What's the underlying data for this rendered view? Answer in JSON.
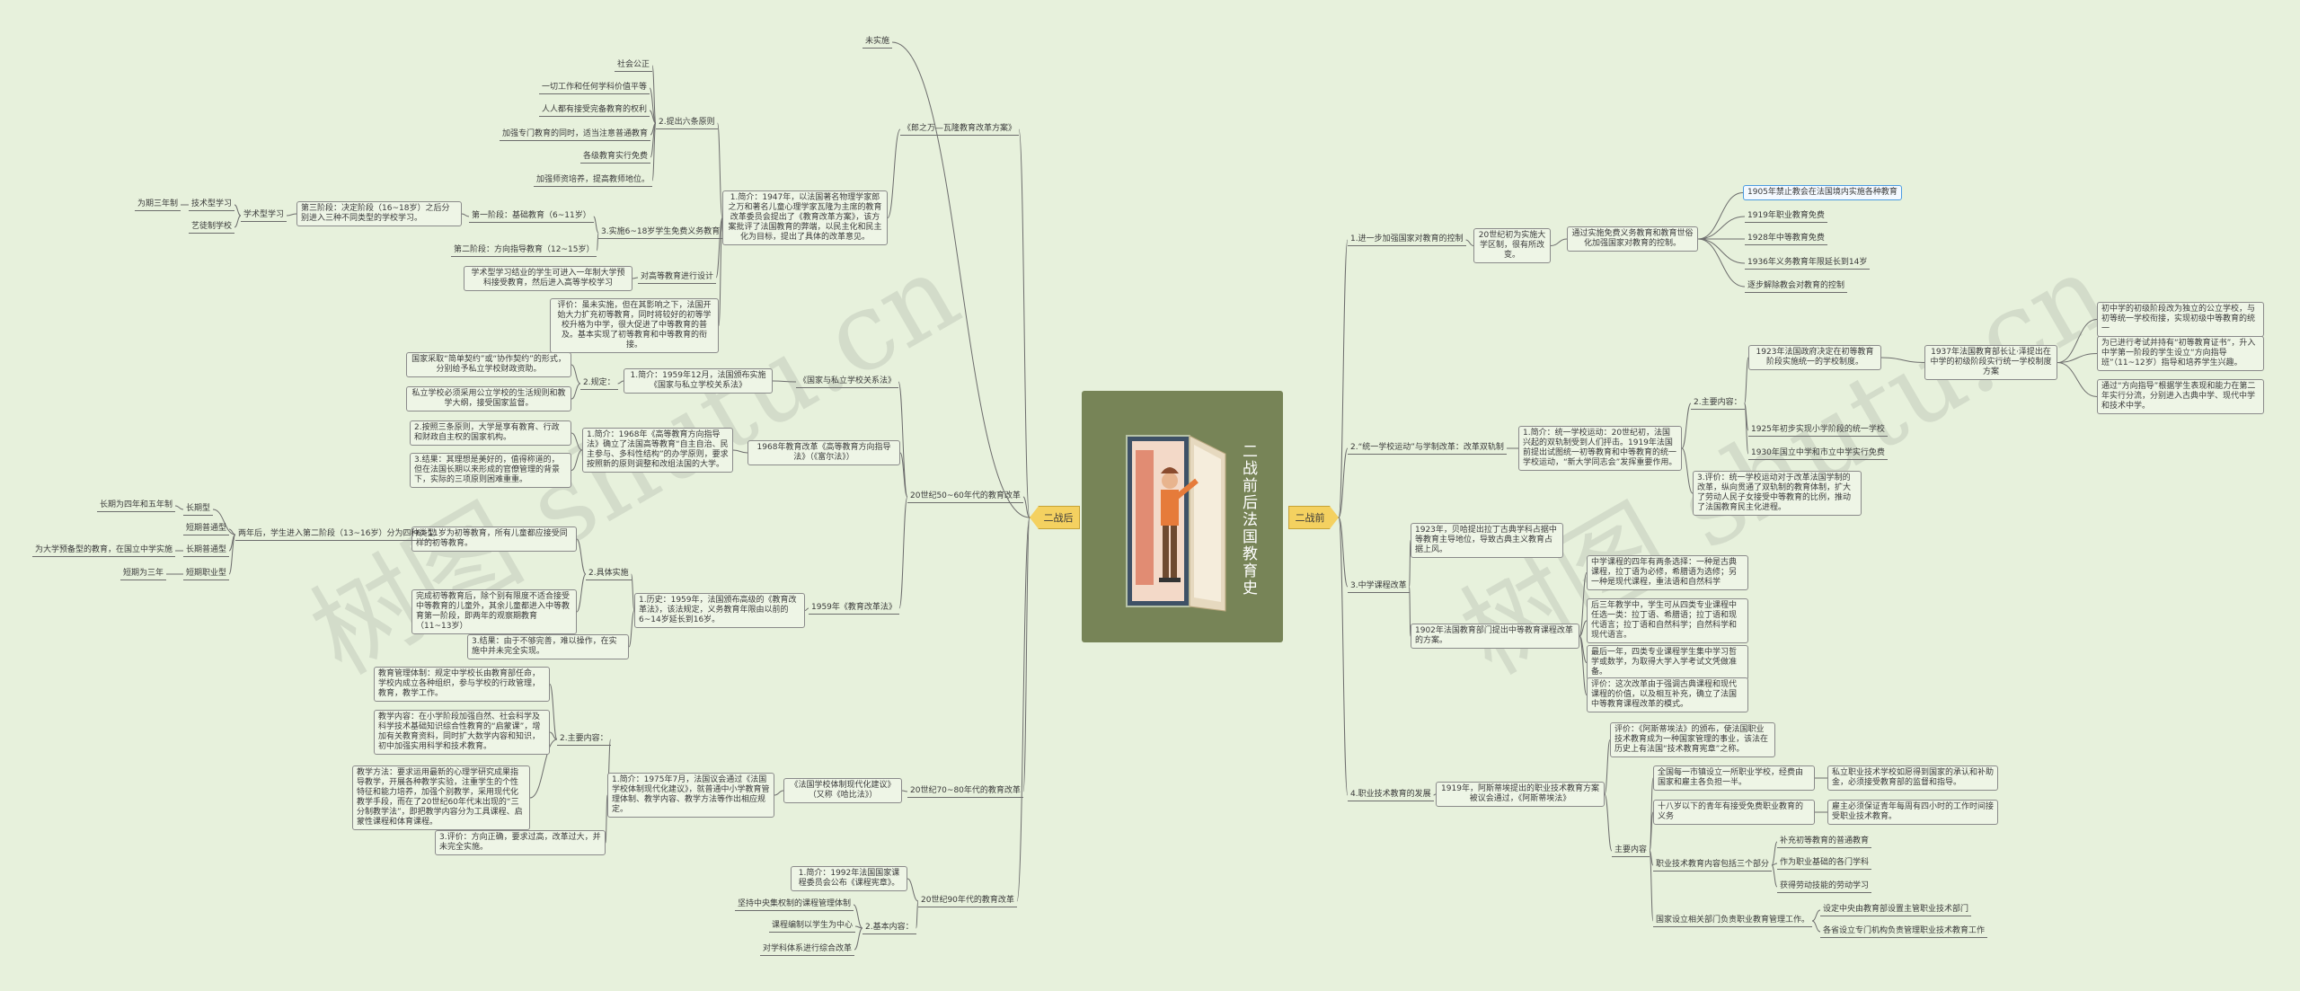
{
  "central": {
    "title": "二战前后法国教育史"
  },
  "tags": {
    "left": "二战后",
    "right": "二战前"
  },
  "watermark": "树图 shutu.cn",
  "left": {
    "weishi": "未实施",
    "b1": {
      "title": "《郎之万—瓦隆教育改革方案》",
      "intro": "1.简介：1947年，以法国著名物理学家郎之万和著名儿童心理学家瓦隆为主席的教育改革委员会提出了《教育改革方案》，该方案批评了法国教育的弊端，以民主化和民主化为目标，提出了具体的改革意见。",
      "principles_label": "2.提出六条原则",
      "principles": [
        "社会公正",
        "一切工作和任何学科价值平等",
        "人人都有接受完备教育的权利",
        "加强专门教育的同时，适当注意普通教育",
        "各级教育实行免费",
        "加强师资培养，提高教师地位。"
      ],
      "impl_label": "3.实施6~18岁学生免费义务教育",
      "stage1": "第一阶段：基础教育（6~11岁）",
      "stage2": "第二阶段：方向指导教育（12~15岁）",
      "stage3": "第三阶段：决定阶段（16~18岁）之后分别进入三种不同类型的学校学习。",
      "academic": "学术型学习",
      "academic_items": [
        "为期三年制",
        "技术型学习",
        "艺徒制学校"
      ],
      "higher_label": "对高等教育进行设计",
      "higher": "学术型学习结业的学生可进入一年制大学预科接受教育，然后进入高等学校学习",
      "eval": "评价：虽未实施，但在其影响之下，法国开始大力扩充初等教育，同时将较好的初等学校升格为中学，很大促进了中等教育的普及。基本实现了初等教育和中等教育的衔接。"
    },
    "b2": {
      "title": "20世纪50~60年代的教育改革",
      "law1_title": "《国家与私立学校关系法》",
      "law1_intro": "1.简介：1959年12月，法国颁布实施《国家与私立学校关系法》",
      "law1_rule_label": "2.规定：",
      "law1_rules": [
        "国家采取“简单契约”或“协作契约”的形式，分别给予私立学校财政资助。",
        "私立学校必须采用公立学校的生活规则和教学大纲，接受国家监督。"
      ],
      "law2_title": "1968年教育改革《高等教育方向指导法》（《富尔法》）",
      "law2_intro": "1.简介：1968年《高等教育方向指导法》确立了法国高等教育“自主自治、民主参与、多科性结构”的办学原则，要求按照新的原则调整和改组法国的大学。",
      "law2_items": [
        "2.按照三条原则，大学是享有教育、行政和财政自主权的国家机构。",
        "3.结果：其理想是美好的，值得称道的，但在法国长期以来形成的官僚管理的背景下，实际的三项原则困难重重。"
      ],
      "law3_title": "1959年《教育改革法》",
      "law3_intro": "1.历史：1959年，法国颁布高级的《教育改革法》，该法规定，义务教育年限由以前的6~14岁延长到16岁。",
      "law3_impl_label": "2.具体实施",
      "law3_impl": "6~11岁为初等教育，所有儿童都应接受同样的初等教育。",
      "law3_types_label": "两年后，学生进入第二阶段（13~16岁）分为四种类型",
      "law3_types": [
        "长期型",
        "短期普通型",
        "长期普通型",
        "短期职业型"
      ],
      "law3_types_detail": [
        "长期为四年和五年制",
        "",
        "为大学预备型的教育，在国立中学实施",
        "短期为三年"
      ],
      "law3_obs": "完成初等教育后，除个别有限度不适合接受中等教育的儿童外，其余儿童都进入中等教育第一阶段，即两年的观察期教育（11~13岁）",
      "law3_result": "3.结果：由于不够完善，难以操作，在实施中并未完全实现。"
    },
    "b3": {
      "title": "20世纪70~80年代的教育改革",
      "law_title": "《法国学校体制现代化建议》（又称《哈比法》）",
      "intro": "1.简介：1975年7月，法国议会通过《法国学校体制现代化建议》，就普通中小学教育管理体制、教学内容、教学方法等作出相应规定。",
      "content_label": "2.主要内容：",
      "contents": [
        "教育管理体制：规定中学校长由教育部任命，学校内成立各种组织，参与学校的行政管理，教育，教学工作。",
        "教学内容：在小学阶段加强自然、社会科学及科学技术基础知识综合性教育的“启蒙课”，增加有关教育资料，同时扩大数学内容和知识，初中加强实用科学和技术教育。",
        "教学方法：要求运用最新的心理学研究成果指导教学，开展各种教学实验，注重学生的个性特征和能力培养，加强个别教学，采用现代化教学手段，而在了20世纪60年代末出现的“三分制教学法”，即把教学内容分为工具课程、启蒙性课程和体育课程。"
      ],
      "eval": "3.评价：方向正确，要求过高，改革过大，并未完全实施。"
    },
    "b4": {
      "title": "20世纪90年代的教育改革",
      "intro": "1.简介：1992年法国国家课程委员会公布《课程宪章》。",
      "content_label": "2.基本内容：",
      "contents": [
        "坚持中央集权制的课程管理体制",
        "课程编制以学生为中心",
        "对学科体系进行综合改革"
      ]
    }
  },
  "right": {
    "r1": {
      "title": "1.进一步加强国家对教育的控制",
      "a": "20世纪初为实施大学区制，很有所改变。",
      "b": "通过实施免费义务教育和教育世俗化加强国家对教育的控制。",
      "items": [
        "1905年禁止教会在法国境内实施各种教育",
        "1919年职业教育免费",
        "1928年中等教育免费",
        "1936年义务教育年限延长到14岁",
        "逐步解除教会对教育的控制"
      ]
    },
    "r2": {
      "title": "2.“统一学校运动”与学制改革：改革双轨制",
      "intro": "1.简介：统一学校运动：20世纪初，法国兴起的双轨制受到人们抨击。1919年法国前提出试图统一初等教育和中等教育的统一学校运动，“新大学同志会”发挥重要作用。",
      "content_label": "2.主要内容：",
      "c1": "1923年法国政府决定在初等教育阶段实施统一的学校制度。",
      "c1b": "1937年法国教育部长让·泽提出在中学的初级阶段实行统一学校制度方案",
      "c1b_items": [
        "初中学的初级阶段改为独立的公立学校，与初等统一学校衔接，实现初级中等教育的统一",
        "为已进行考试并持有“初等教育证书”，升入中学第一阶段的学生设立“方向指导班”（11~12岁）指导和培养学生兴趣。",
        "通过“方向指导”根据学生表现和能力在第二年实行分流，分别进入古典中学、现代中学和技术中学。"
      ],
      "c2": "1925年初步实现小学阶段的统一学校",
      "c3": "1930年国立中学和市立中学实行免费",
      "eval": "3.评价：统一学校运动对于改革法国学制的改革，纵向贯通了双轨制的教育体制，扩大了劳动人民子女接受中等教育的比例，推动了法国教育民主化进程。"
    },
    "r3": {
      "title": "3.中学课程改革",
      "a": "1923年，贝哈提出拉丁古典学科占据中等教育主导地位，导致古典主义教育占据上风。",
      "b": "1902年法国教育部门提出中等教育课程改革的方案。",
      "items": [
        "中学课程的四年有两条选择：一种是古典课程，拉丁语为必修，希腊语为选修；另一种是现代课程，重法语和自然科学",
        "后三年教学中，学生可从四类专业课程中任选一类：拉丁语、希腊语；拉丁语和现代语言；拉丁语和自然科学；自然科学和现代语言。",
        "最后一年，四类专业课程学生集中学习哲学或数学，为取得大学入学考试文凭做准备。",
        "评价：这次改革由于强调古典课程和现代课程的价值，以及相互补充，确立了法国中等教育课程改革的模式。"
      ]
    },
    "r4": {
      "title": "4.职业技术教育的发展",
      "a": "1919年，阿斯蒂埃提出的职业技术教育方案被议会通过，《阿斯蒂埃法》",
      "eval": "评价：《阿斯蒂埃法》的颁布，使法国职业技术教育成为一种国家管理的事业，该法在历史上有法国“技术教育宪章”之称。",
      "content_label": "主要内容",
      "items": [
        {
          "text": "全国每一市镇设立一所职业学校，经费由国家和雇主各负担一半。",
          "detail": "私立职业技术学校如愿得到国家的承认和补助金，必须接受教育部的监督和指导。"
        },
        {
          "text": "十八岁以下的青年有接受免费职业教育的义务",
          "detail": "雇主必须保证青年每周有四小时的工作时间接受职业技术教育。"
        }
      ],
      "edu_label": "职业技术教育内容包括三个部分",
      "edu_items": [
        "补充初等教育的普通教育",
        "作为职业基础的各门学科",
        "获得劳动技能的劳动学习"
      ],
      "mgmt_label": "国家设立相关部门负责职业教育管理工作。",
      "mgmt_items": [
        "设定中央由教育部设置主管职业技术部门",
        "各省设立专门机构负责管理职业技术教育工作"
      ]
    }
  }
}
